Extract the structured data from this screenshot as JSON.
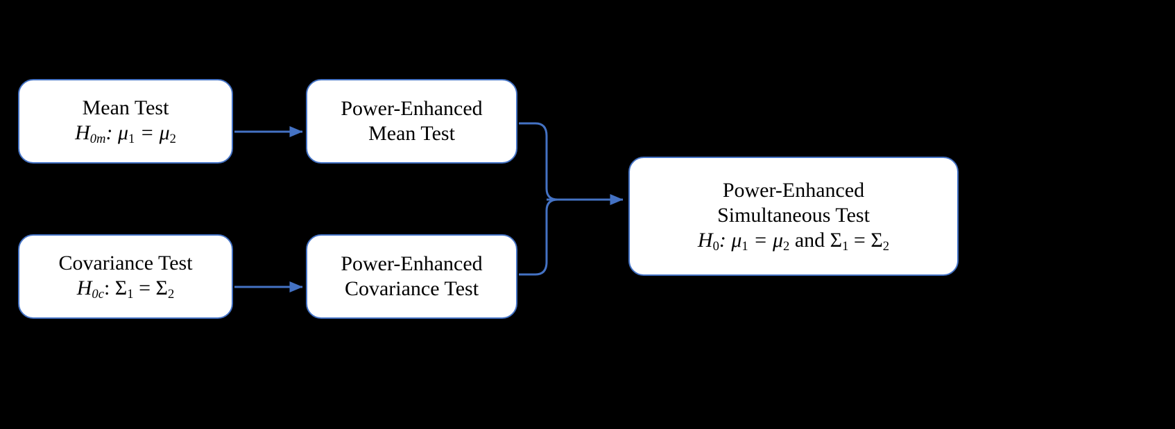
{
  "figure": {
    "type": "flow-diagram",
    "background_color": "#000000",
    "box_fill_color": "#FFFFFF",
    "box_border_color": "#4472C4",
    "connector_color": "#4472C4",
    "text_color": "#000000"
  },
  "nodes": {
    "mean_test": {
      "id": "mean-test",
      "line1": "Mean Test",
      "hypothesis_label": "H",
      "hypothesis_sub": "0m",
      "hypothesis_rest": ": μ",
      "hypothesis_sub1": "1",
      "hypothesis_eq": " = μ",
      "hypothesis_sub2": "2",
      "plain": "H0m: μ1 = μ2"
    },
    "covariance_test": {
      "id": "covariance-test",
      "line1": "Covariance Test",
      "hypothesis_label": "H",
      "hypothesis_sub": "0c",
      "hypothesis_rest": ": Σ",
      "hypothesis_sub1": "1",
      "hypothesis_eq": " = Σ",
      "hypothesis_sub2": "2",
      "plain": "H0c: Σ1 = Σ2"
    },
    "pe_mean_test": {
      "id": "power-enhanced-mean-test",
      "line1": "Power-Enhanced",
      "line2": "Mean Test"
    },
    "pe_covariance_test": {
      "id": "power-enhanced-covariance-test",
      "line1": "Power-Enhanced",
      "line2": "Covariance Test"
    },
    "pe_simultaneous_test": {
      "id": "power-enhanced-simultaneous-test",
      "line1": "Power-Enhanced",
      "line2": "Simultaneous Test",
      "hypothesis_label": "H",
      "hypothesis_sub": "0",
      "hypothesis_rest": ": μ",
      "hypothesis_sub1": "1",
      "hypothesis_eq": " = μ",
      "hypothesis_sub2": "2",
      "hypothesis_and": " and Σ",
      "hypothesis_sub3": "1",
      "hypothesis_eq2": " = Σ",
      "hypothesis_sub4": "2",
      "plain": "H0: μ1 = μ2 and Σ1 = Σ2"
    }
  },
  "edges": [
    {
      "name": "mean-test-to-pe-mean-test",
      "from": "mean_test",
      "to": "pe_mean_test",
      "style": "straight-arrow"
    },
    {
      "name": "covariance-test-to-pe-covariance-test",
      "from": "covariance_test",
      "to": "pe_covariance_test",
      "style": "straight-arrow"
    },
    {
      "name": "pe-mean-test-to-simultaneous-test",
      "from": "pe_mean_test",
      "to": "pe_simultaneous_test",
      "style": "elbow-merge"
    },
    {
      "name": "pe-covariance-test-to-simultaneous-test",
      "from": "pe_covariance_test",
      "to": "pe_simultaneous_test",
      "style": "elbow-merge"
    }
  ]
}
